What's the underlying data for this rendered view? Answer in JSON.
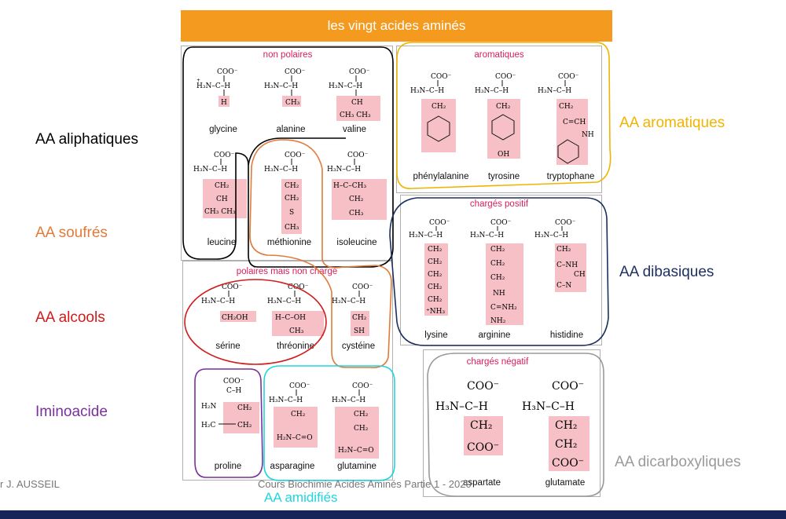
{
  "banner": "les vingt acides aminés",
  "sections": {
    "nonpolar": "non polaires",
    "aromatic": "aromatiques",
    "positive": "chargés positif",
    "polar": "polaires mais non chargé",
    "negative": "chargés négatif"
  },
  "amino_acids": {
    "glycine": "glycine",
    "alanine": "alanine",
    "valine": "valine",
    "leucine": "leucine",
    "methionine": "méthionine",
    "isoleucine": "isoleucine",
    "phenylalanine": "phénylalanine",
    "tyrosine": "tyrosine",
    "tryptophane": "tryptophane",
    "lysine": "lysine",
    "arginine": "arginine",
    "histidine": "histidine",
    "serine": "sérine",
    "threonine": "thréonine",
    "cysteine": "cystéine",
    "proline": "proline",
    "asparagine": "asparagine",
    "glutamine": "glutamine",
    "aspartate": "aspartate",
    "glutamate": "glutamate"
  },
  "groups": {
    "aliphatic": "AA aliphatiques",
    "sulfur": "AA soufrés",
    "alcohol": "AA alcools",
    "imino": "Iminoacide",
    "aromatic": "AA aromatiques",
    "dibasic": "AA dibasiques",
    "dicarboxylic": "AA dicarboxyliques",
    "amide": "AA amidifiés"
  },
  "footer": {
    "author": "r J. AUSSEIL",
    "course": "Cours Biochimie Acides Aminés Partie 1 - 2020"
  },
  "colors": {
    "banner": "#f39a1f",
    "section_label": "#d81e5b",
    "aliphatic": "#000000",
    "sulfur": "#e07b39",
    "alcohol": "#d01c1c",
    "imino": "#7a2f9c",
    "aromatic": "#f0b400",
    "dibasic": "#1c2f5e",
    "dicarboxylic": "#9a9a9a",
    "amide": "#1fd6e0",
    "highlight": "#f6c0c6",
    "footer_bar": "#17245a"
  }
}
